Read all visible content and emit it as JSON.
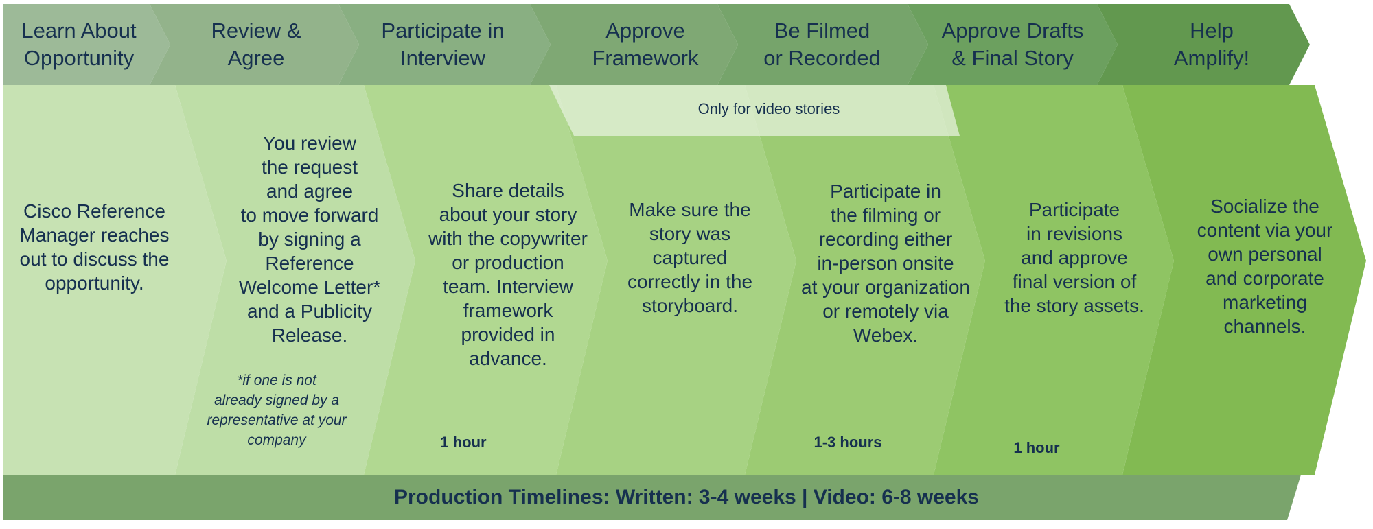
{
  "steps": [
    {
      "title": "Learn About\nOpportunity",
      "description": "Cisco Reference\nManager reaches\nout to discuss the\nopportunity.",
      "note": "",
      "duration": ""
    },
    {
      "title": "Review &\nAgree",
      "description": "You review\nthe request\nand agree\nto move forward\nby signing a\nReference\nWelcome Letter*\nand a Publicity\nRelease.",
      "note": "*if one is not\nalready signed by a\nrepresentative at your\ncompany",
      "duration": ""
    },
    {
      "title": "Participate in\nInterview",
      "description": "Share details\nabout your story\nwith the copywriter\nor production\nteam. Interview\nframework\nprovided in\nadvance.",
      "note": "",
      "duration": "1 hour"
    },
    {
      "title": "Approve\nFramework",
      "description": "Make sure the\nstory was\ncaptured\ncorrectly in the\nstoryboard.",
      "note": "",
      "duration": ""
    },
    {
      "title": "Be Filmed\nor Recorded",
      "description": "Participate in\nthe filming or\nrecording either\nin-person onsite\nat your organization\nor remotely via\nWebex.",
      "note": "",
      "duration": "1-3 hours"
    },
    {
      "title": "Approve Drafts\n& Final Story",
      "description": "Participate\nin revisions\nand approve\nfinal version of\nthe story assets.",
      "note": "",
      "duration": "1 hour"
    },
    {
      "title": "Help\nAmplify!",
      "description": "Socialize the\ncontent via your\nown personal\nand corporate\nmarketing\nchannels.",
      "note": "",
      "duration": ""
    }
  ],
  "video_only_note": "Only for video stories",
  "timeline": "Production Timelines: Written: 3-4 weeks | Video: 6-8 weeks",
  "colors": {
    "header_band": [
      "#9dba98",
      "#93b38b",
      "#89af82",
      "#7fa874",
      "#76a46b",
      "#6ca05f",
      "#62984f"
    ],
    "body_band": [
      "#c7e2b3",
      "#bedea7",
      "#b1d891",
      "#a7d283",
      "#9ccb73",
      "#8fc463",
      "#82ba52"
    ],
    "footer_band": "#7aa46c",
    "text": "#16304f"
  }
}
